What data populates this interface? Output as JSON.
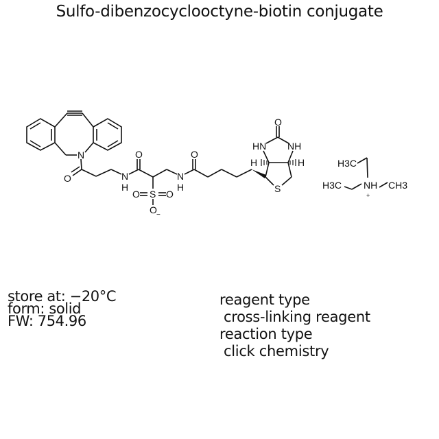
{
  "title": "Sulfo-dibenzocyclooctyne-biotin conjugate",
  "structure": {
    "atoms": {
      "n_ring": "N",
      "o_amide1": "O",
      "nh1_n": "N",
      "nh1_h": "H",
      "o_amide2": "O",
      "s_sulfo": "S",
      "o_sulfo_left": "O",
      "o_sulfo_right": "O",
      "o_sulfo_minus": "O",
      "minus_charge": "−",
      "nh2_n": "N",
      "nh2_h": "H",
      "o_amide3": "O",
      "o_urea": "O",
      "hn_left": "HN",
      "nh_right": "NH",
      "h_left": "H",
      "h_right": "H",
      "s_ring": "S"
    },
    "counterion": {
      "h3c_top": "H3C",
      "h3c_left": "H3C",
      "nh": "NH",
      "plus_charge": "+",
      "ch3_right": "CH3"
    }
  },
  "properties": {
    "storage": "store at: −20°C",
    "form": "form: solid",
    "fw": "FW: 754.96"
  },
  "classification": {
    "reagent_type_label": "reagent type",
    "reagent_type_value": "cross-linking reagent",
    "reaction_type_label": "reaction type",
    "reaction_type_value": "click chemistry"
  }
}
